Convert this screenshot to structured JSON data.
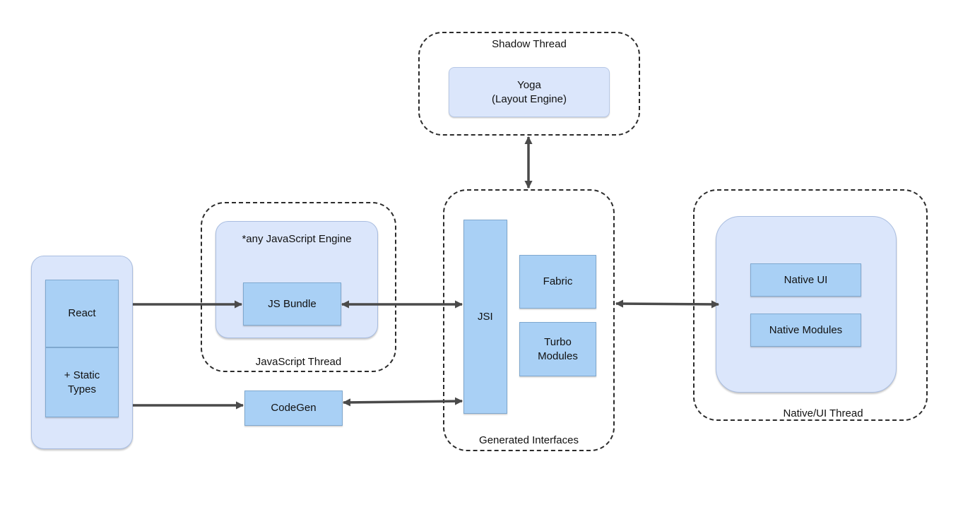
{
  "diagram": {
    "shadow_thread": {
      "label": "Shadow Thread",
      "yoga": "Yoga\n(Layout Engine)"
    },
    "source": {
      "react": "React",
      "static_types": "+ Static\nTypes"
    },
    "javascript_thread": {
      "label": "JavaScript Thread",
      "engine_label": "*any JavaScript Engine",
      "js_bundle": "JS Bundle"
    },
    "codegen": "CodeGen",
    "generated_interfaces": {
      "label": "Generated Interfaces",
      "jsi": "JSI",
      "fabric": "Fabric",
      "turbo_modules": "Turbo\nModules"
    },
    "native_thread": {
      "label": "Native/UI Thread",
      "native_ui": "Native UI",
      "native_modules": "Native Modules"
    }
  },
  "colors": {
    "panel_fill": "#dbe6fb",
    "box_fill": "#a9d0f5",
    "arrow": "#4a4a4a",
    "dashed_border": "#2b2b2b"
  }
}
